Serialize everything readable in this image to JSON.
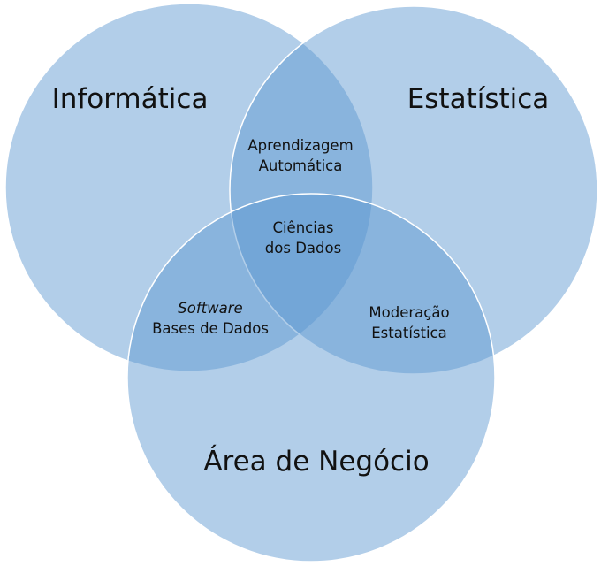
{
  "sets": [
    {
      "label": "Informática"
    },
    {
      "label": "Estatística"
    },
    {
      "label": "Área de Negócio"
    }
  ],
  "intersections": {
    "informatica_estatistica": [
      "Aprendizagem",
      "Automática"
    ],
    "all": [
      "Ciências",
      "dos Dados"
    ],
    "informatica_negocio": [
      "Software",
      "Bases de Dados"
    ],
    "estatistica_negocio": [
      "Moderação",
      "Estatística"
    ]
  },
  "colors": {
    "circle_fill": "#5b97d0",
    "stroke": "#ffffff"
  }
}
